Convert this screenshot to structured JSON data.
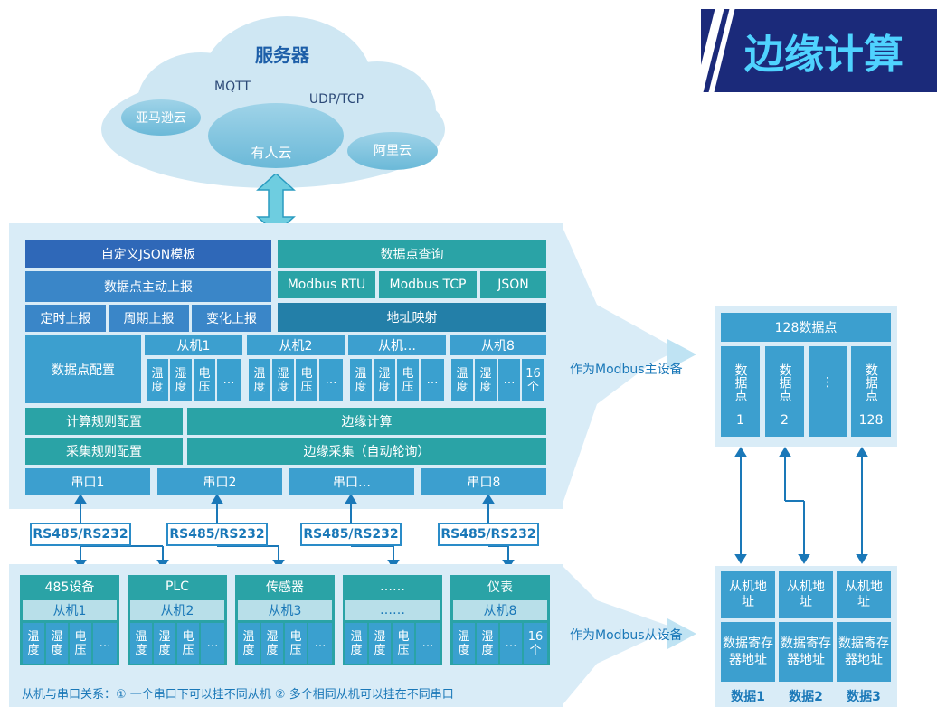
{
  "title": "边缘计算",
  "cloud": {
    "server": "服务器",
    "mqtt": "MQTT",
    "udp_tcp": "UDP/TCP",
    "aws": "亚马逊云",
    "usr": "有人云",
    "aliyun": "阿里云"
  },
  "gateway": {
    "json_template": "自定义JSON模板",
    "dp_query": "数据点查询",
    "modbus_rtu": "Modbus RTU",
    "modbus_tcp": "Modbus TCP",
    "json": "JSON",
    "dp_report": "数据点主动上报",
    "timed_report": "定时上报",
    "period_report": "周期上报",
    "change_report": "变化上报",
    "addr_map": "地址映射",
    "dp_config": "数据点配置",
    "slaves": [
      {
        "name": "从机1",
        "items": [
          "温度",
          "湿度",
          "电压",
          "…"
        ]
      },
      {
        "name": "从机2",
        "items": [
          "温度",
          "湿度",
          "电压",
          "…"
        ]
      },
      {
        "name": "从机…",
        "items": [
          "温度",
          "湿度",
          "电压",
          "…"
        ]
      },
      {
        "name": "从机8",
        "items": [
          "温度",
          "湿度",
          "…",
          "16个"
        ]
      }
    ],
    "calc_rule": "计算规则配置",
    "edge_calc": "边缘计算",
    "collect_rule": "采集规则配置",
    "edge_collect": "边缘采集（自动轮询）",
    "ports": [
      "串口1",
      "串口2",
      "串口…",
      "串口8"
    ]
  },
  "protocols": [
    "RS485/RS232",
    "RS485/RS232",
    "RS485/RS232",
    "RS485/RS232"
  ],
  "devices": [
    {
      "name": "485设备",
      "slave": "从机1",
      "items": [
        "温度",
        "湿度",
        "电压",
        "…"
      ]
    },
    {
      "name": "PLC",
      "slave": "从机2",
      "items": [
        "温度",
        "湿度",
        "电压",
        "…"
      ]
    },
    {
      "name": "传感器",
      "slave": "从机3",
      "items": [
        "温度",
        "湿度",
        "电压",
        "…"
      ]
    },
    {
      "name": "……",
      "slave": "……",
      "items": [
        "温度",
        "湿度",
        "电压",
        "…"
      ]
    },
    {
      "name": "仪表",
      "slave": "从机8",
      "items": [
        "温度",
        "湿度",
        "…",
        "16个"
      ]
    }
  ],
  "note": "从机与串口关系：① 一个串口下可以挂不同从机   ② 多个相同从机可以挂在不同串口",
  "master_label": "作为Modbus主设备",
  "slave_label": "作为Modbus从设备",
  "right_top": {
    "title": "128数据点",
    "points": [
      {
        "label": "数据点",
        "num": "1"
      },
      {
        "label": "数据点",
        "num": "2"
      },
      {
        "label": "⋮",
        "num": ""
      },
      {
        "label": "数据点",
        "num": "128"
      }
    ]
  },
  "right_bottom": {
    "addr": "从机地址",
    "reg": "数据寄存器地址",
    "data": [
      "数据1",
      "数据2",
      "数据3"
    ]
  }
}
